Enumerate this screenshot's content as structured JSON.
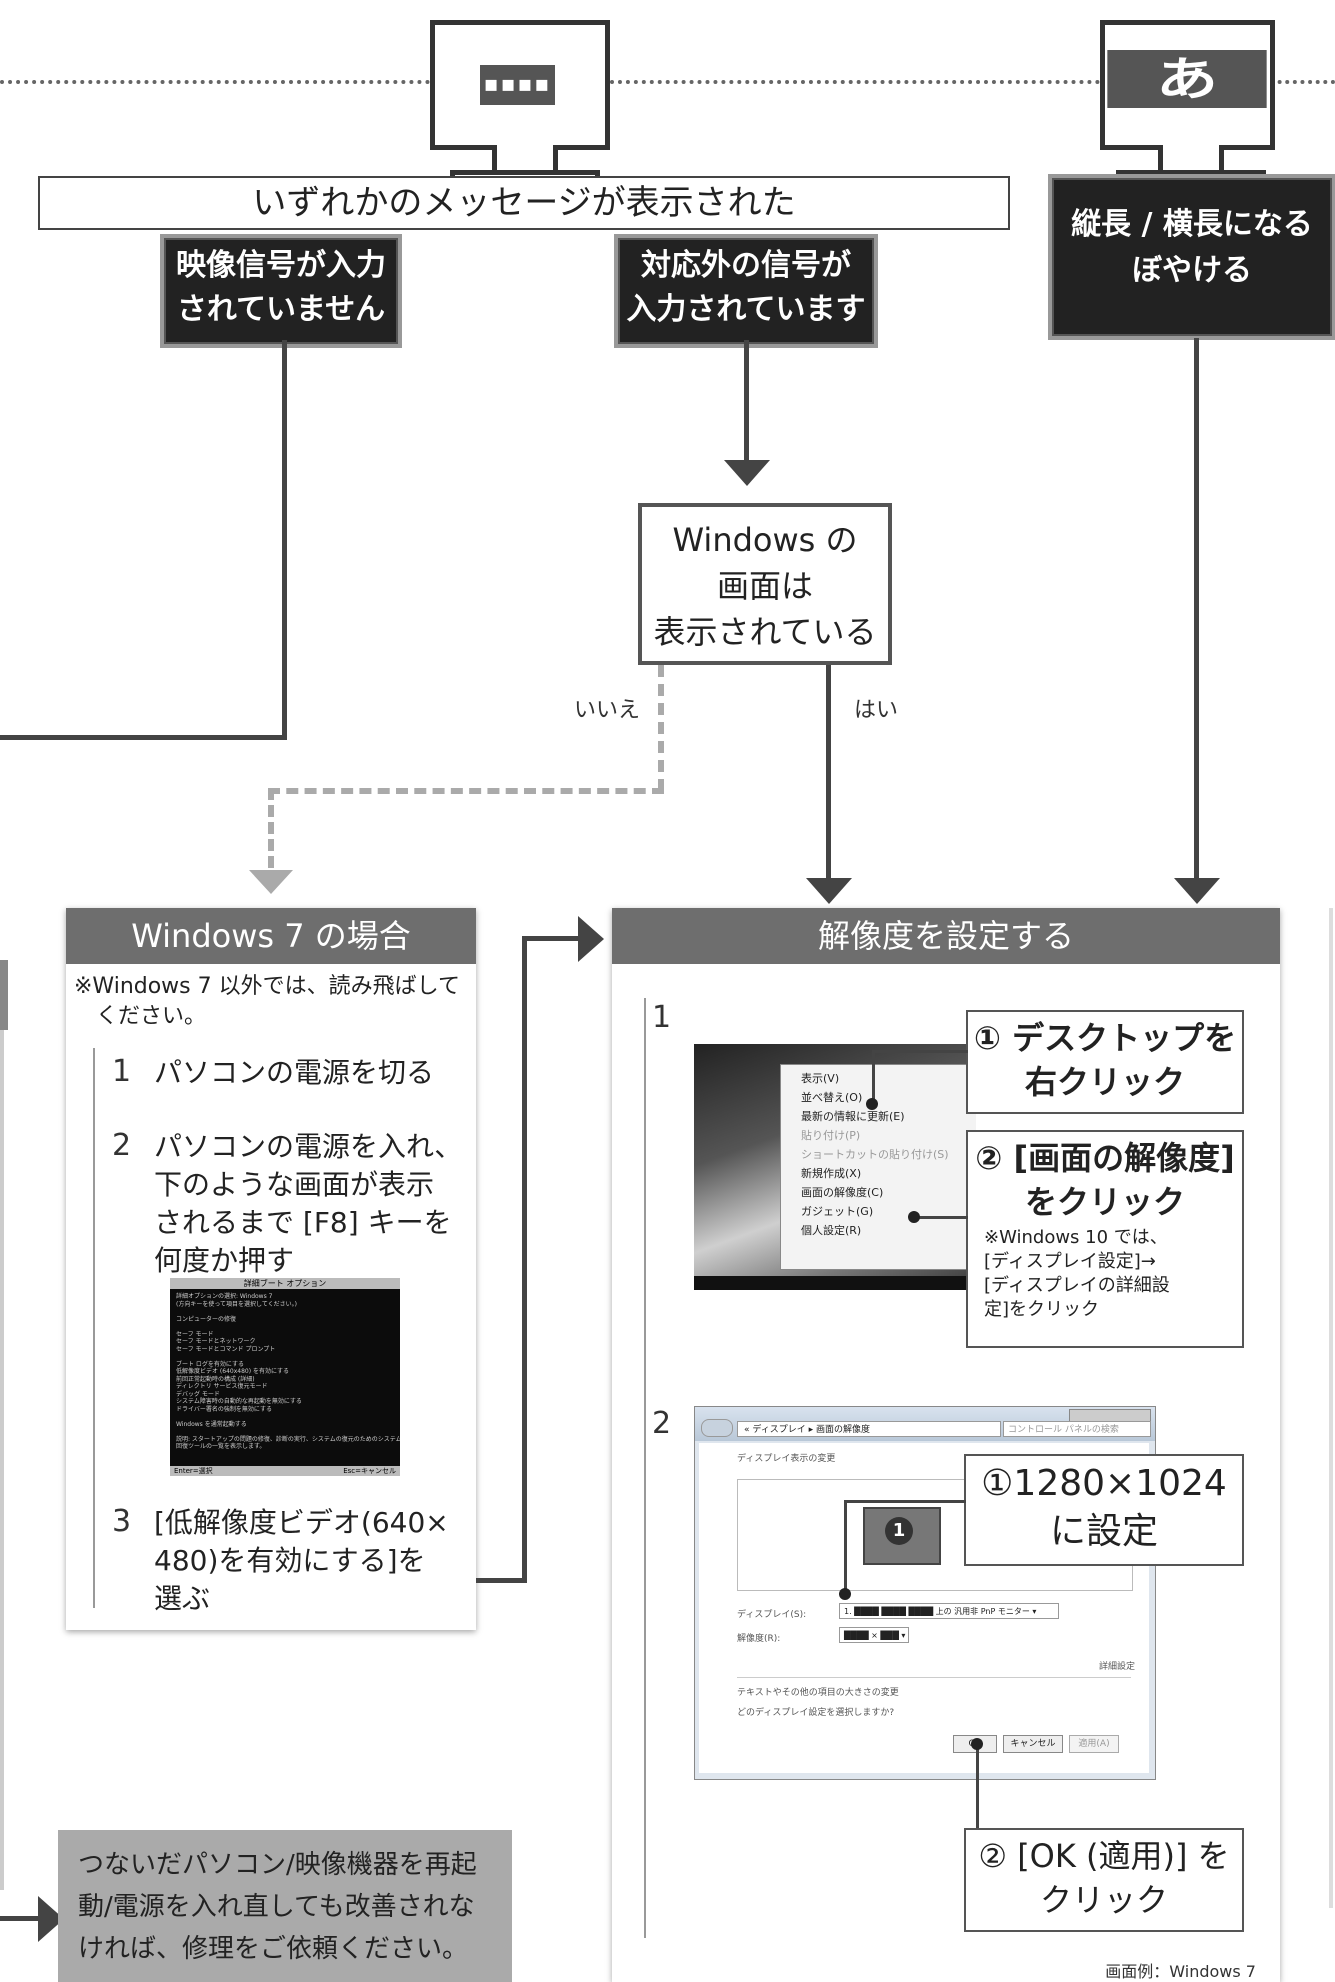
{
  "top": {
    "monitor_left_screen_text": "▪▪▪▪",
    "monitor_right_screen_text": "あ",
    "message_banner": "いずれかのメッセージが表示された",
    "box_no_signal": "映像信号が入力\nされていません",
    "box_unsupported": "対応外の信号が\n入力されています",
    "box_stretched": "縦長 / 横長になる\nぼやける"
  },
  "question": {
    "text": "Windows の\n画面は\n表示されている",
    "no_label": "いいえ",
    "yes_label": "はい"
  },
  "win7": {
    "title": "Windows 7 の場合",
    "note": "※Windows 7 以外では、読み飛ばして\n　ください。",
    "steps": [
      {
        "num": "1",
        "text": "パソコンの電源を切る"
      },
      {
        "num": "2",
        "text": "パソコンの電源を入れ、\n下のような画面が表示\nされるまで [F8] キーを\n何度か押す"
      },
      {
        "num": "3",
        "text": "[低解像度ビデオ(640×\n480)を有効にする]を\n選ぶ"
      }
    ],
    "boot_screen": {
      "header": "詳細ブート オプション",
      "lines": [
        "詳細オプションの選択: Windows 7",
        "(方向キーを使って項目を選択してください。)",
        "",
        "コンピューターの修復",
        "",
        "セーフ モード",
        "セーフ モードとネットワーク",
        "セーフ モードとコマンド プロンプト",
        "",
        "ブート ログを有効にする",
        "低解像度ビデオ (640x480) を有効にする",
        "前回正常起動時の構成 (詳細)",
        "ディレクトリ サービス復元モード",
        "デバッグ モード",
        "システム障害時の自動的な再起動を無効にする",
        "ドライバー署名の強制を無効にする",
        "",
        "Windows を通常起動する",
        "",
        "説明: スタートアップの問題の修復、診断の実行、システムの復元のためのシステム",
        "回復ツールの一覧を表示します。"
      ],
      "footer_left": "Enter=選択",
      "footer_right": "Esc=キャンセル"
    }
  },
  "resolution": {
    "title": "解像度を設定する",
    "step1_num": "1",
    "step2_num": "2",
    "callout1": "① デスクトップを\n右クリック",
    "callout2": "② [画面の解像度]\nをクリック",
    "callout2_note": "※Windows 10 では、\n[ディスプレイ設定]→\n[ディスプレイの詳細設\n定]をクリック",
    "callout3": "①1280×1024\nに設定",
    "callout4": "② [OK (適用)] を\nクリック",
    "caption": "画面例：Windows 7",
    "context_menu": [
      {
        "label": "表示(V)",
        "dim": false
      },
      {
        "label": "並べ替え(O)",
        "dim": false
      },
      {
        "label": "最新の情報に更新(E)",
        "dim": false
      },
      {
        "label": "貼り付け(P)",
        "dim": true
      },
      {
        "label": "ショートカットの貼り付け(S)",
        "dim": true
      },
      {
        "label": "新規作成(X)",
        "dim": false
      },
      {
        "label": "画面の解像度(C)",
        "dim": false
      },
      {
        "label": "ガジェット(G)",
        "dim": false
      },
      {
        "label": "個人設定(R)",
        "dim": false
      }
    ],
    "dialog": {
      "breadcrumb": "« ディスプレイ ▸ 画面の解像度",
      "search_placeholder": "コントロール パネルの検索",
      "heading": "ディスプレイ表示の変更",
      "monitor_badge": "1",
      "display_label": "ディスプレイ(S):",
      "display_value": "1. ████ ████ ████ 上の 汎用非 PnP モニター ▾",
      "resolution_label": "解像度(R):",
      "resolution_value": "████ × ███ ▾",
      "advanced_link": "詳細設定",
      "text_size_link": "テキストやその他の項目の大きさの変更",
      "which_settings_link": "どのディスプレイ設定を選択しますか?",
      "ok": "OK",
      "cancel": "キャンセル",
      "apply": "適用(A)"
    }
  },
  "footer_box": "つないだパソコン/映像機器を再起\n動/電源を入れ直しても改善されな\nければ、修理をご依頼ください。"
}
